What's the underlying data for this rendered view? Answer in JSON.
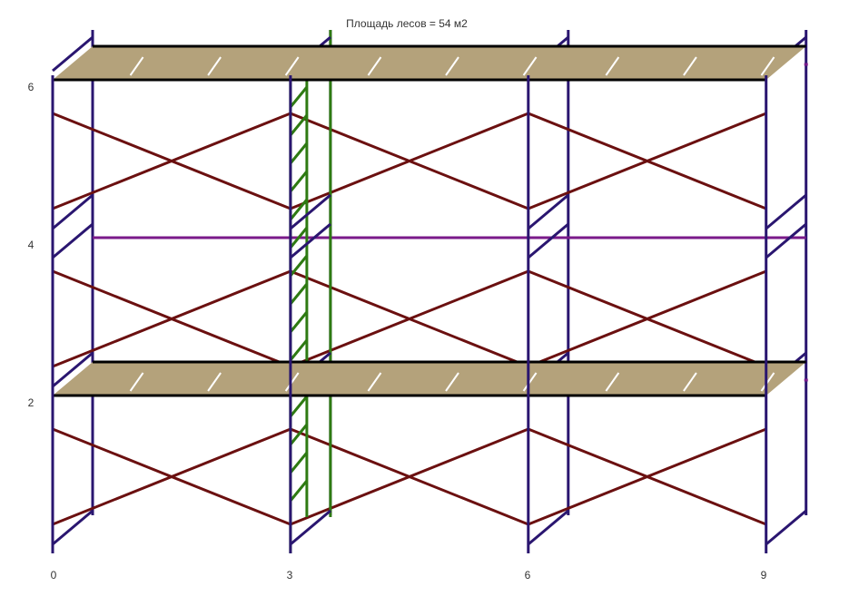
{
  "title": "Площадь лесов = 54 м2",
  "axes": {
    "x_ticks": [
      "0",
      "3",
      "6",
      "9"
    ],
    "y_ticks": [
      "6",
      "4",
      "2"
    ]
  },
  "diagram": {
    "area_m2": 54,
    "columns": [
      0,
      3,
      6,
      9
    ],
    "width_m": 9,
    "height_m": 6,
    "levels_m": [
      2,
      4,
      6
    ],
    "deck_levels_m": [
      2,
      6
    ],
    "bay_width_m": 3,
    "frame_height_m": 2,
    "ladder_bay": 3
  },
  "colors": {
    "frame": "#2a1670",
    "brace": "#6b1010",
    "rail": "#7a1a8a",
    "ladder": "#2e7a12",
    "deck_fill": "#b4a27b",
    "deck_edge": "#000000",
    "plank_mark": "#ffffff"
  }
}
